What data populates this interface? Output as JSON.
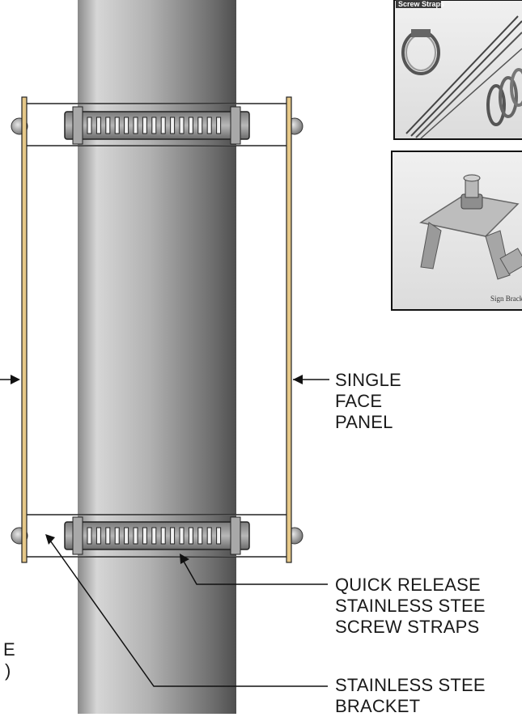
{
  "labels": {
    "single_face_panel": [
      "SINGLE",
      "FACE",
      "PANEL"
    ],
    "quick_release_straps": [
      "QUICK RELEASE",
      "STAINLESS STEE",
      "SCREW STRAPS"
    ],
    "stainless_bracket": [
      "STAINLESS STEE",
      "BRACKET"
    ],
    "left_partial": [
      "E",
      ")"
    ]
  },
  "photos": {
    "straps_caption": "Screw Straps",
    "bracket_logo": "Sign Bracket"
  },
  "colors": {
    "pole_light": "#d2d2d2",
    "pole_dark": "#5e5e5e",
    "panel_edge": "#c8a24a",
    "band": "#9a9a9a"
  }
}
